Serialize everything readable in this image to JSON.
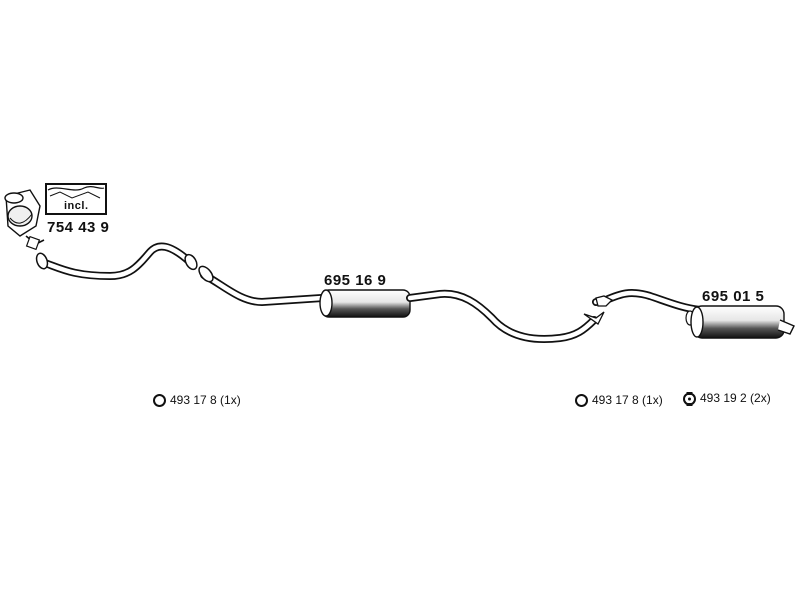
{
  "parts": {
    "catalytic_kit": {
      "incl_label": "incl.",
      "number": "754 43 9"
    },
    "front_silencer": {
      "number": "695 16 9"
    },
    "rear_silencer": {
      "number": "695 01 5"
    }
  },
  "accessories": [
    {
      "icon": "ring-icon",
      "label": "493 17 8 (1x)"
    },
    {
      "icon": "ring-icon",
      "label": "493 17 8 (1x)"
    },
    {
      "icon": "rubber-hanger-icon",
      "label": "493 19 2 (2x)"
    }
  ]
}
